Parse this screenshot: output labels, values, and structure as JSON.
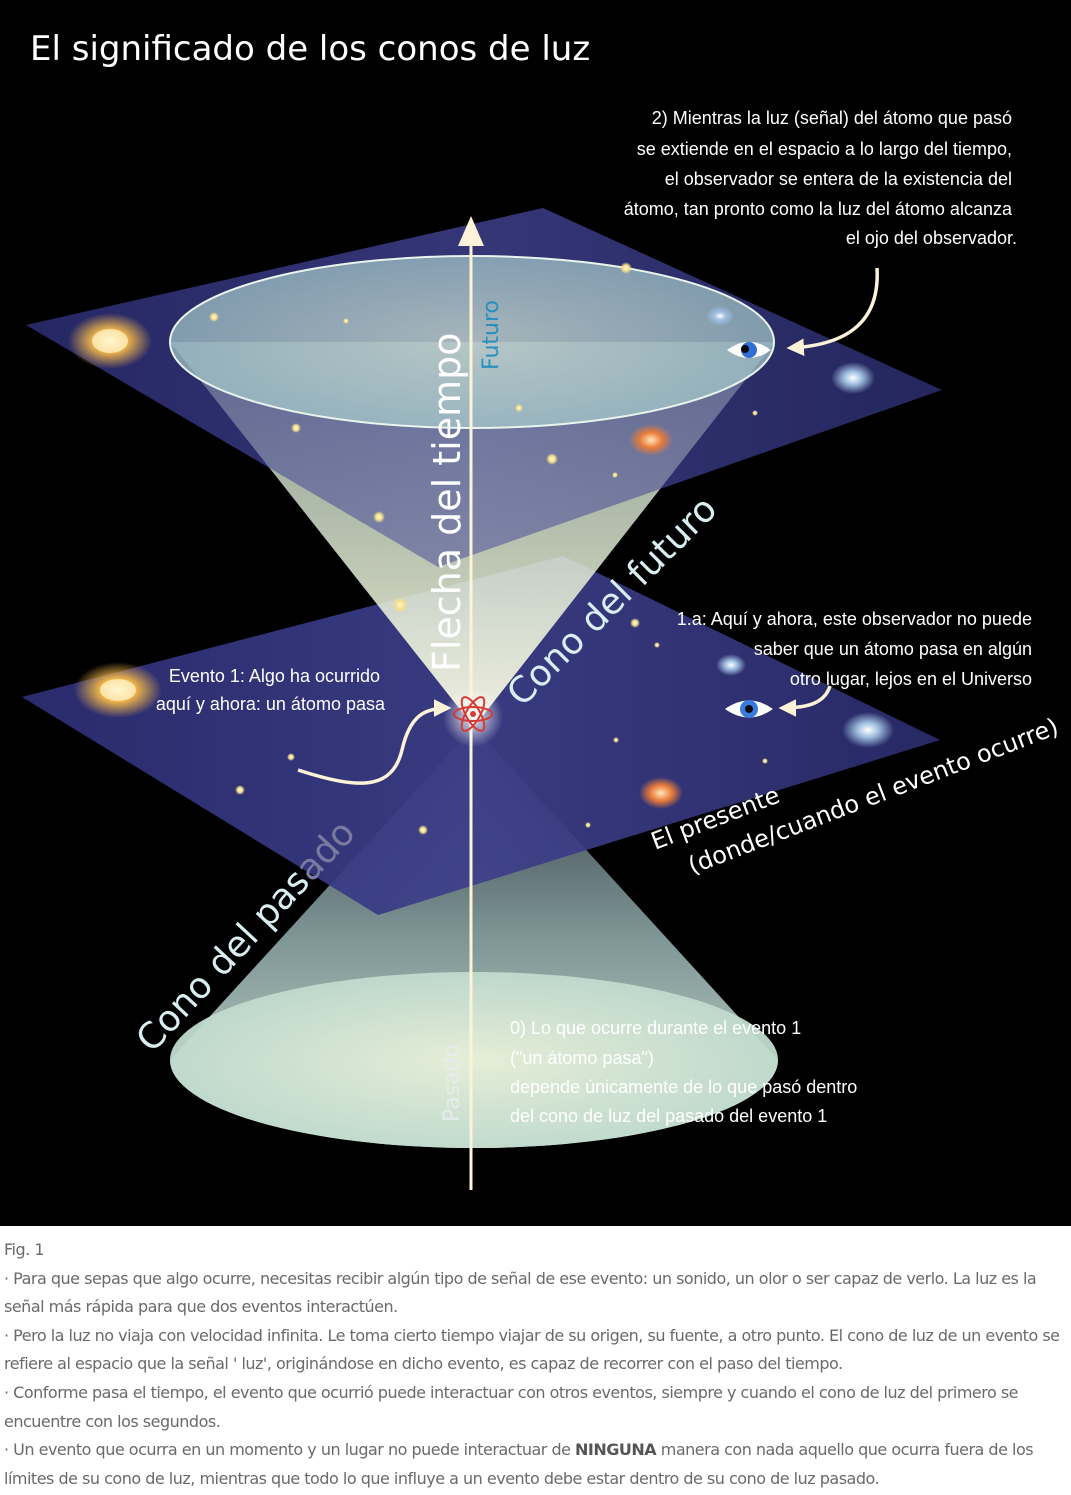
{
  "title": "El significado de los conos de luz",
  "axis": {
    "flecha": "Flecha del tiempo",
    "futuro": "Futuro",
    "pasado": "Pasado"
  },
  "cones": {
    "futuro": "Cono del futuro",
    "pasado_a": "Cono del pas",
    "pasado_b": "ado"
  },
  "presente": {
    "line1": "El presente",
    "line2": "(donde/cuando el evento ocurre)"
  },
  "notes": {
    "n2": [
      "2) Mientras la luz (señal) del átomo que pasó",
      "se extiende en el espacio a lo largo del tiempo,",
      "el observador se entera de la existencia del",
      "átomo, tan pronto como la luz del átomo alcanza",
      "el ojo del observador."
    ],
    "n1a": [
      "1.a: Aquí y ahora, este observador no puede",
      "saber que un átomo pasa en algún",
      "otro lugar, lejos en el Universo"
    ],
    "evento1": [
      "Evento 1: Algo ha ocurrido",
      "aquí y ahora: un átomo pasa"
    ],
    "n0": [
      "0) Lo que ocurre durante el evento 1",
      "(\"un átomo pasa\")",
      "depende únicamente de lo que pasó dentro",
      "del cono de luz del pasado del evento 1"
    ]
  },
  "caption": {
    "fig": "Fig. 1",
    "p1": "· Para que sepas que algo ocurre, necesitas recibir algún tipo de señal de ese evento: un sonido, un olor o ser capaz de verlo. La luz es la señal más rápida para que dos eventos interactúen.",
    "p2": "· Pero la luz no viaja con velocidad infinita. Le toma cierto tiempo viajar de su origen, su fuente, a otro punto. El cono de luz de un evento se refiere al espacio que la señal ' luz', originándose en  dicho evento, es capaz de recorrer con el paso del tiempo.",
    "p3": "· Conforme pasa el tiempo, el evento que ocurrió puede interactuar con otros eventos, siempre y cuando el cono de luz del primero se encuentre con los segundos.",
    "p4a": "· Un evento que ocurra en un momento y un lugar no puede interactuar de ",
    "p4b": "NINGUNA",
    "p4c": " manera con nada aquello que ocurra fuera de los límites de su cono de luz, mientras que todo lo que influye a un evento debe estar dentro de su cono de luz pasado."
  },
  "colors": {
    "background": "#000000",
    "plane": "#2b2d6e",
    "cone": "#cfe3d2",
    "futuro_label": "#2a8fbf",
    "arrow": "#fdf3d8",
    "eye": "#2f6fd6"
  }
}
